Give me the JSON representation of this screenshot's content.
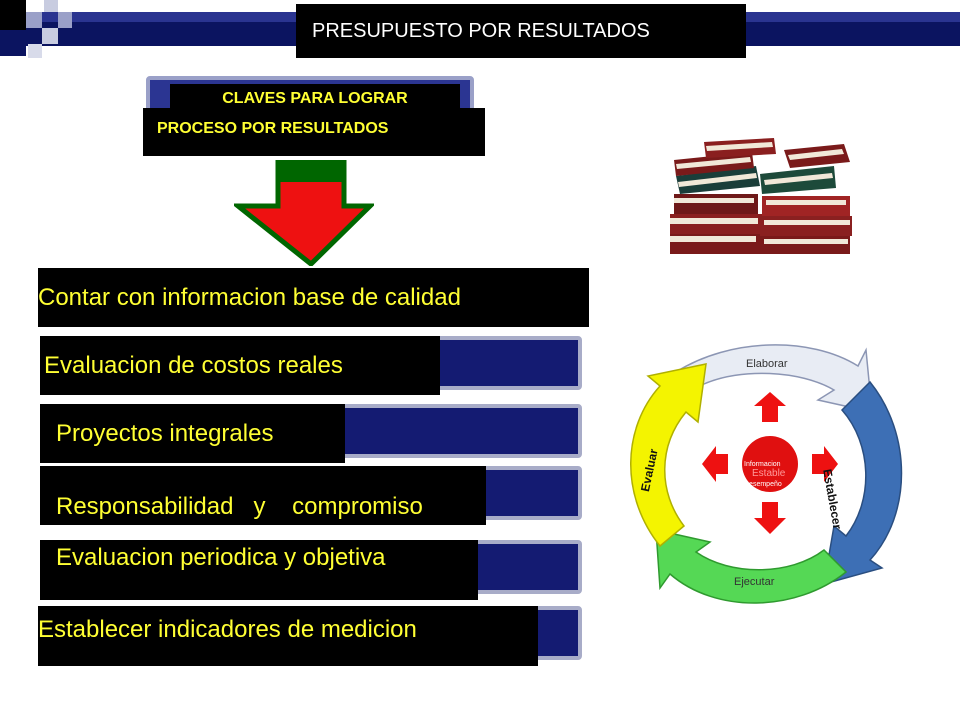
{
  "header": {
    "title": "PRESUPUESTO POR RESULTADOS"
  },
  "claves": {
    "line1": "CLAVES PARA LOGRAR",
    "line2": "PROCESO POR RESULTADOS"
  },
  "items": [
    {
      "label": "Contar con informacion base de calidad"
    },
    {
      "label": "Evaluacion de costos reales"
    },
    {
      "label": "Proyectos integrales"
    },
    {
      "label": "Responsabilidad   y    compromiso"
    },
    {
      "label": "Evaluacion periodica y objetiva"
    },
    {
      "label": "Establecer indicadores de medicion"
    }
  ],
  "cycle": {
    "top": "Elaborar",
    "right": "Establecer",
    "bottom": "Ejecutar",
    "left": "Evaluar",
    "center_line1": "Informacion",
    "center_line2": "Desempeño",
    "center_overlay": "Estable"
  },
  "colors": {
    "banner": "#0b1460",
    "label_text": "#ffff33",
    "arrow_red": "#ee1111",
    "arrow_green": "#006600",
    "cycle_top": "#e8ecf4",
    "cycle_right": "#3d6fb5",
    "cycle_bottom": "#55d855",
    "cycle_left": "#f4f400",
    "cycle_center": "#e01010"
  }
}
